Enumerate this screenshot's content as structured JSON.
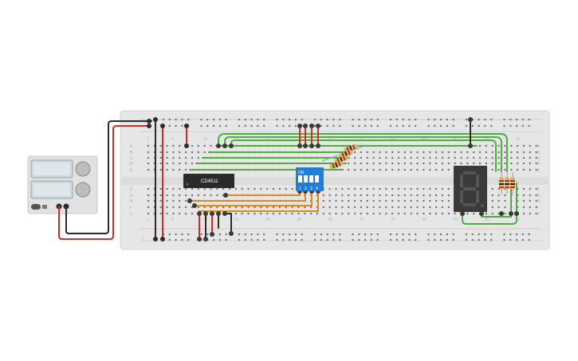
{
  "breadboard": {
    "column_numbers": [
      "1",
      "5",
      "10",
      "15",
      "20",
      "25",
      "30",
      "35",
      "40",
      "45",
      "50",
      "55",
      "60"
    ],
    "row_letters_top": [
      "A",
      "B",
      "C",
      "D",
      "E"
    ],
    "row_letters_bottom": [
      "F",
      "G",
      "H",
      "I",
      "J"
    ]
  },
  "chip": {
    "label": "CD4511"
  },
  "dip_switch": {
    "label": "ON",
    "switch_numbers": [
      "1",
      "2",
      "3",
      "4"
    ]
  },
  "seven_segment": {
    "digit": "8"
  },
  "colors": {
    "board": "#e6e6e6",
    "wire_green": "#4caf3f",
    "wire_orange": "#e08a1e",
    "wire_red": "#d42b2b",
    "wire_black": "#2b2b2b",
    "dip_blue": "#1f7fd6",
    "chip_body": "#2a2a2a",
    "segment_display": "#3a3a3a"
  }
}
